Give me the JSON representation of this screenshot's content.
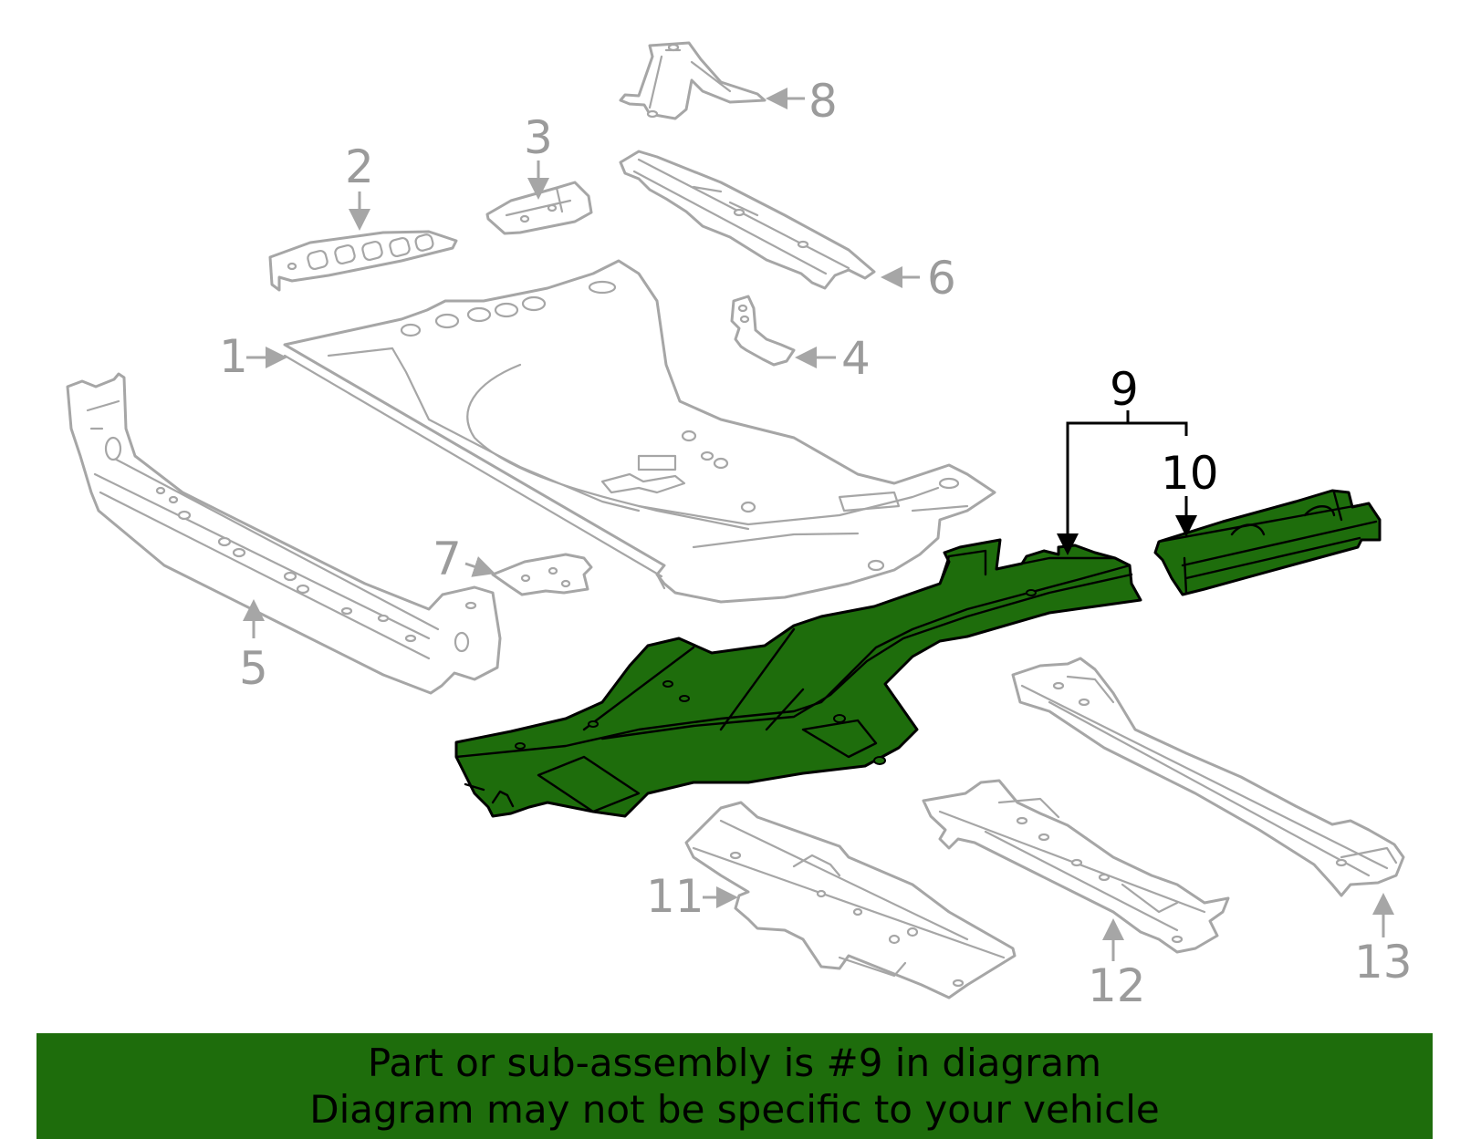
{
  "callouts": {
    "c1": "1",
    "c2": "2",
    "c3": "3",
    "c4": "4",
    "c5": "5",
    "c6": "6",
    "c7": "7",
    "c8": "8",
    "c9": "9",
    "c10": "10",
    "c11": "11",
    "c12": "12",
    "c13": "13"
  },
  "highlighted_part": "9",
  "banner": {
    "line1": "Part or sub-assembly is #9 in diagram",
    "line2": "Diagram may not be specific to your vehicle"
  },
  "colors": {
    "highlight": "#1e6d0c",
    "outline": "#a6a6a6",
    "callout_text": "#9b9b9b"
  }
}
